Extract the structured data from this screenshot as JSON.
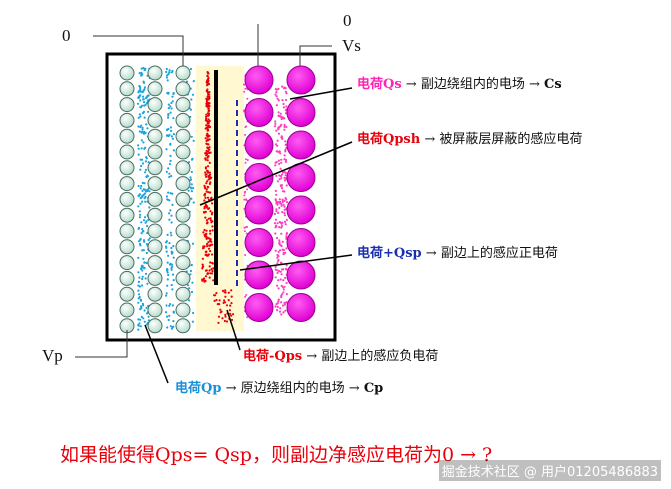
{
  "terminals": {
    "top_left": "0",
    "top_right": "0",
    "vs": "Vs",
    "vp": "Vp"
  },
  "annotations": [
    {
      "charge": "电荷Qs",
      "arrow1": "→",
      "desc": "副边绕组内的电场",
      "arrow2": "→",
      "result": "Cs",
      "color": "#ff22b5"
    },
    {
      "charge": "电荷Qpsh",
      "arrow1": "→",
      "desc": "被屏蔽层屏蔽的感应电荷",
      "arrow2": "",
      "result": "",
      "color": "#e8000b"
    },
    {
      "charge": "电荷+Qsp",
      "arrow1": "→",
      "desc": "副边上的感应正电荷",
      "arrow2": "",
      "result": "",
      "color": "#1a2fb0"
    },
    {
      "charge": "电荷-Qps",
      "arrow1": "→",
      "desc": "副边上的感应负电荷",
      "arrow2": "",
      "result": "",
      "color": "#e8000b"
    },
    {
      "charge": "电荷Qp",
      "arrow1": "→",
      "desc": "原边绕组内的电场",
      "arrow2": "→",
      "result": "Cp",
      "color": "#1a8fd8"
    }
  ],
  "bottom_text": "如果能使得Qps= Qsp，则副边净感应电荷为0 → ?",
  "watermark": "掘金技术社区 @ 用户01205486883",
  "colors": {
    "primary_circle": "#c8e6d8",
    "secondary_circle": "#f000e0",
    "shield_fill": "#fff8d0",
    "positive_dash": "#1a2fb0",
    "negative_dots": "#e8000b"
  }
}
